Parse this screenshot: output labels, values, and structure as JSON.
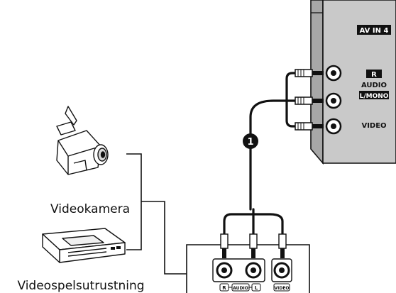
{
  "tv_panel": {
    "input_title": "AV IN 4",
    "jack_r": "R",
    "jack_audio": "AUDIO",
    "jack_lmono": "L/MONO",
    "jack_video": "VIDEO"
  },
  "cable": {
    "callout_number": "1"
  },
  "source_panel": {
    "jack_r": "R",
    "jack_audio": "AUDIO",
    "jack_l": "L",
    "jack_video": "VIDEO"
  },
  "devices": {
    "camcorder_label": "Videokamera",
    "vcr_label": "Videospelsutrustning"
  },
  "colors": {
    "tv_body": "#c7c7c7",
    "tv_side": "#a9a9a9",
    "cable": "#111111",
    "label_box": "#111111"
  }
}
